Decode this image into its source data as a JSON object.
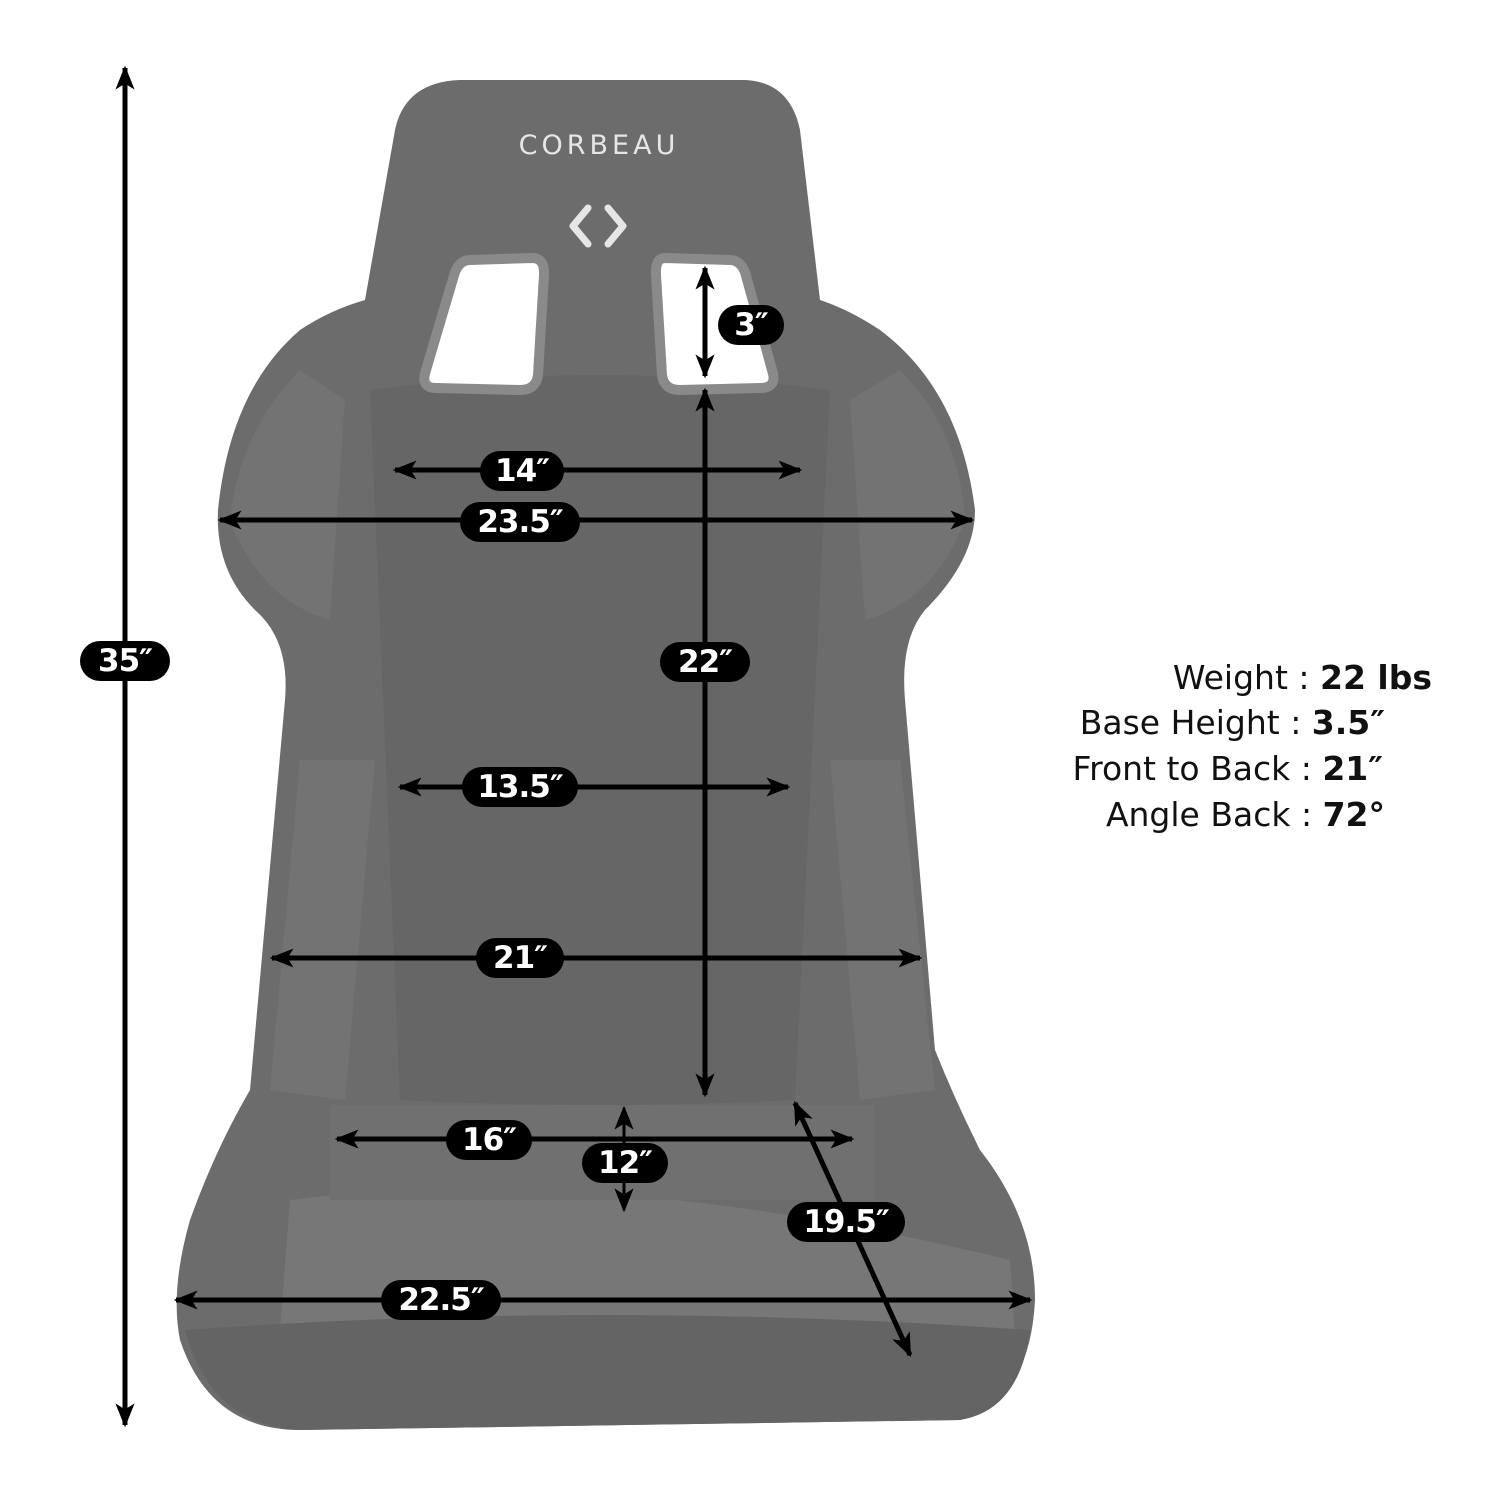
{
  "brand": {
    "name": "CORBEAU"
  },
  "dimensions": {
    "overall_height": "35″",
    "headrest_slot_height": "3″",
    "upper_back_width": "14″",
    "shoulder_width": "23.5″",
    "back_height": "22″",
    "lower_back_width": "13.5″",
    "hip_width": "21″",
    "seat_width": "16″",
    "seat_depth_marker": "12″",
    "seat_diagonal": "19.5″",
    "base_width": "22.5″"
  },
  "specs": [
    {
      "label": "Weight",
      "value": "22 lbs"
    },
    {
      "label": "Base Height",
      "value": "3.5″"
    },
    {
      "label": "Front to Back",
      "value": "21″"
    },
    {
      "label": "Angle Back",
      "value": "72°"
    }
  ],
  "colors": {
    "seat": "#6c6c6c",
    "seat_dark": "#5e5e5e",
    "seat_light": "#7a7a7a",
    "arrow": "#000000"
  }
}
